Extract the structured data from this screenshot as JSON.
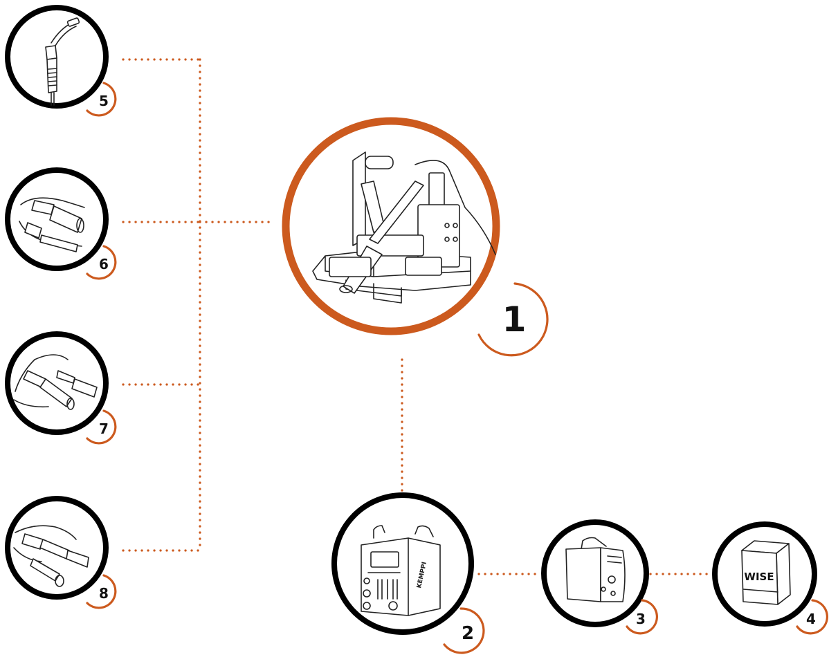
{
  "diagram": {
    "accent_color": "#cc5a1e",
    "ring_color": "#000000",
    "nodes": [
      {
        "id": "n1",
        "number": "1",
        "icon": "welding-carriage-icon"
      },
      {
        "id": "n2",
        "number": "2",
        "icon": "welding-power-source-icon",
        "brand_label": "KEMPPI"
      },
      {
        "id": "n3",
        "number": "3",
        "icon": "wire-feeder-icon"
      },
      {
        "id": "n4",
        "number": "4",
        "icon": "wise-software-box-icon",
        "box_label": "WISE"
      },
      {
        "id": "n5",
        "number": "5",
        "icon": "welding-gun-icon"
      },
      {
        "id": "n6",
        "number": "6",
        "icon": "cable-connector-icon"
      },
      {
        "id": "n7",
        "number": "7",
        "icon": "cable-connector-icon"
      },
      {
        "id": "n8",
        "number": "8",
        "icon": "cable-connector-icon"
      }
    ],
    "connections": [
      [
        "n5",
        "n1"
      ],
      [
        "n6",
        "n1"
      ],
      [
        "n7",
        "n1"
      ],
      [
        "n8",
        "n1"
      ],
      [
        "n1",
        "n2"
      ],
      [
        "n2",
        "n3"
      ],
      [
        "n3",
        "n4"
      ]
    ]
  }
}
